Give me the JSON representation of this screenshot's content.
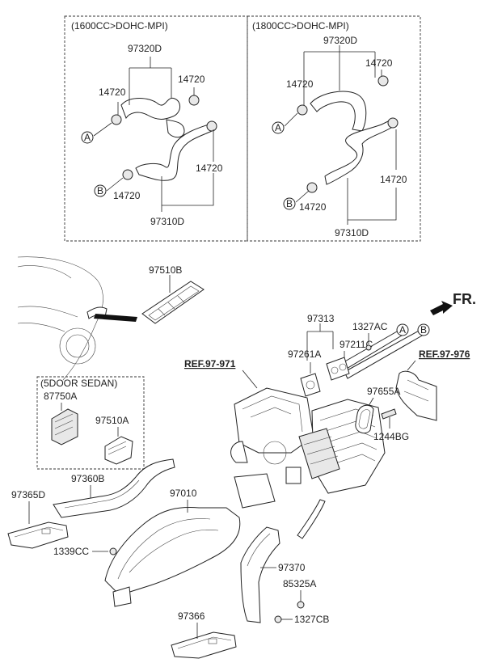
{
  "boxes": {
    "left_header": "(1600CC>DOHC-MPI)",
    "right_header": "(1800CC>DOHC-MPI)",
    "sedan_header": "(5DOOR SEDAN)"
  },
  "labels": {
    "l_97320D": "97320D",
    "l_14720_a": "14720",
    "l_14720_b": "14720",
    "l_14720_c": "14720",
    "l_14720_d": "14720",
    "l_97310D": "97310D",
    "r_97320D": "97320D",
    "r_14720_a": "14720",
    "r_14720_b": "14720",
    "r_14720_c": "14720",
    "r_14720_d": "14720",
    "r_97310D": "97310D",
    "p_97510B": "97510B",
    "p_97313": "97313",
    "p_1327AC": "1327AC",
    "p_97211C": "97211C",
    "p_97261A": "97261A",
    "p_97655A": "97655A",
    "p_1244BG": "1244BG",
    "p_87750A": "87750A",
    "p_97510A": "97510A",
    "p_97360B": "97360B",
    "p_97010": "97010",
    "p_97365D": "97365D",
    "p_1339CC": "1339CC",
    "p_97370": "97370",
    "p_85325A": "85325A",
    "p_97366": "97366",
    "p_1327CB": "1327CB"
  },
  "refs": {
    "ref_left": "REF.97-971",
    "ref_right": "REF.97-976"
  },
  "direction": "FR.",
  "connectors": {
    "A": "A",
    "B": "B"
  }
}
